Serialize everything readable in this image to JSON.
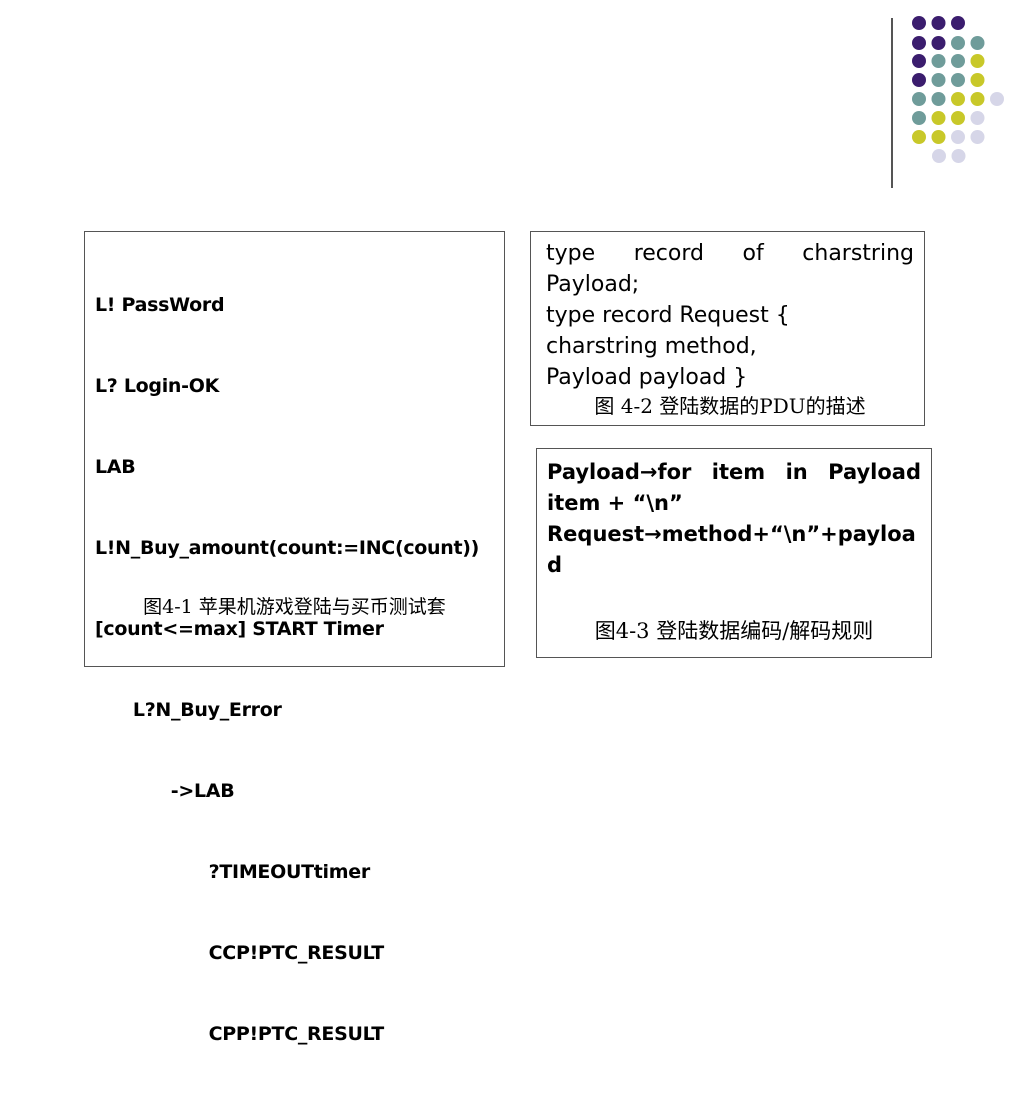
{
  "colors": {
    "purple": "#3b1d6e",
    "teal": "#6f9c9a",
    "yellow": "#c8c829",
    "lavender": "#d6d6e8"
  },
  "decoration": {
    "dot_rows": [
      [
        "purple",
        "purple",
        "purple"
      ],
      [
        "purple",
        "purple",
        "teal",
        "teal"
      ],
      [
        "purple",
        "teal",
        "teal",
        "yellow"
      ],
      [
        "purple",
        "teal",
        "teal",
        "yellow"
      ],
      [
        "teal",
        "teal",
        "yellow",
        "yellow",
        "lavender"
      ],
      [
        "teal",
        "yellow",
        "yellow",
        "lavender"
      ],
      [
        "yellow",
        "yellow",
        "lavender",
        "lavender"
      ],
      [
        "lavender",
        "lavender"
      ]
    ]
  },
  "box1": {
    "lines": [
      "L! PassWord",
      "L? Login-OK",
      "LAB",
      "L!N_Buy_amount(count:=INC(count))",
      "[count<=max] START Timer",
      "      L?N_Buy_Error",
      "            ->LAB",
      "                  ?TIMEOUTtimer",
      "                  CCP!PTC_RESULT",
      "                  CPP!PTC_RESULT"
    ],
    "caption": "图4-1 苹果机游戏登陆与买币测试套"
  },
  "box2": {
    "line1": "type record of charstring",
    "line2": "Payload;",
    "line3": "type record Request {",
    "line4": "charstring method,",
    "line5": "Payload payload }",
    "caption": "图 4-2 登陆数据的PDU的描述"
  },
  "box3": {
    "line1": "Payload→for item in Payload",
    "line2": "item + “\\n”",
    "line3": "Request→method+“\\n”+payloa",
    "line4": "d",
    "caption": "图4-3 登陆数据编码/解码规则"
  }
}
